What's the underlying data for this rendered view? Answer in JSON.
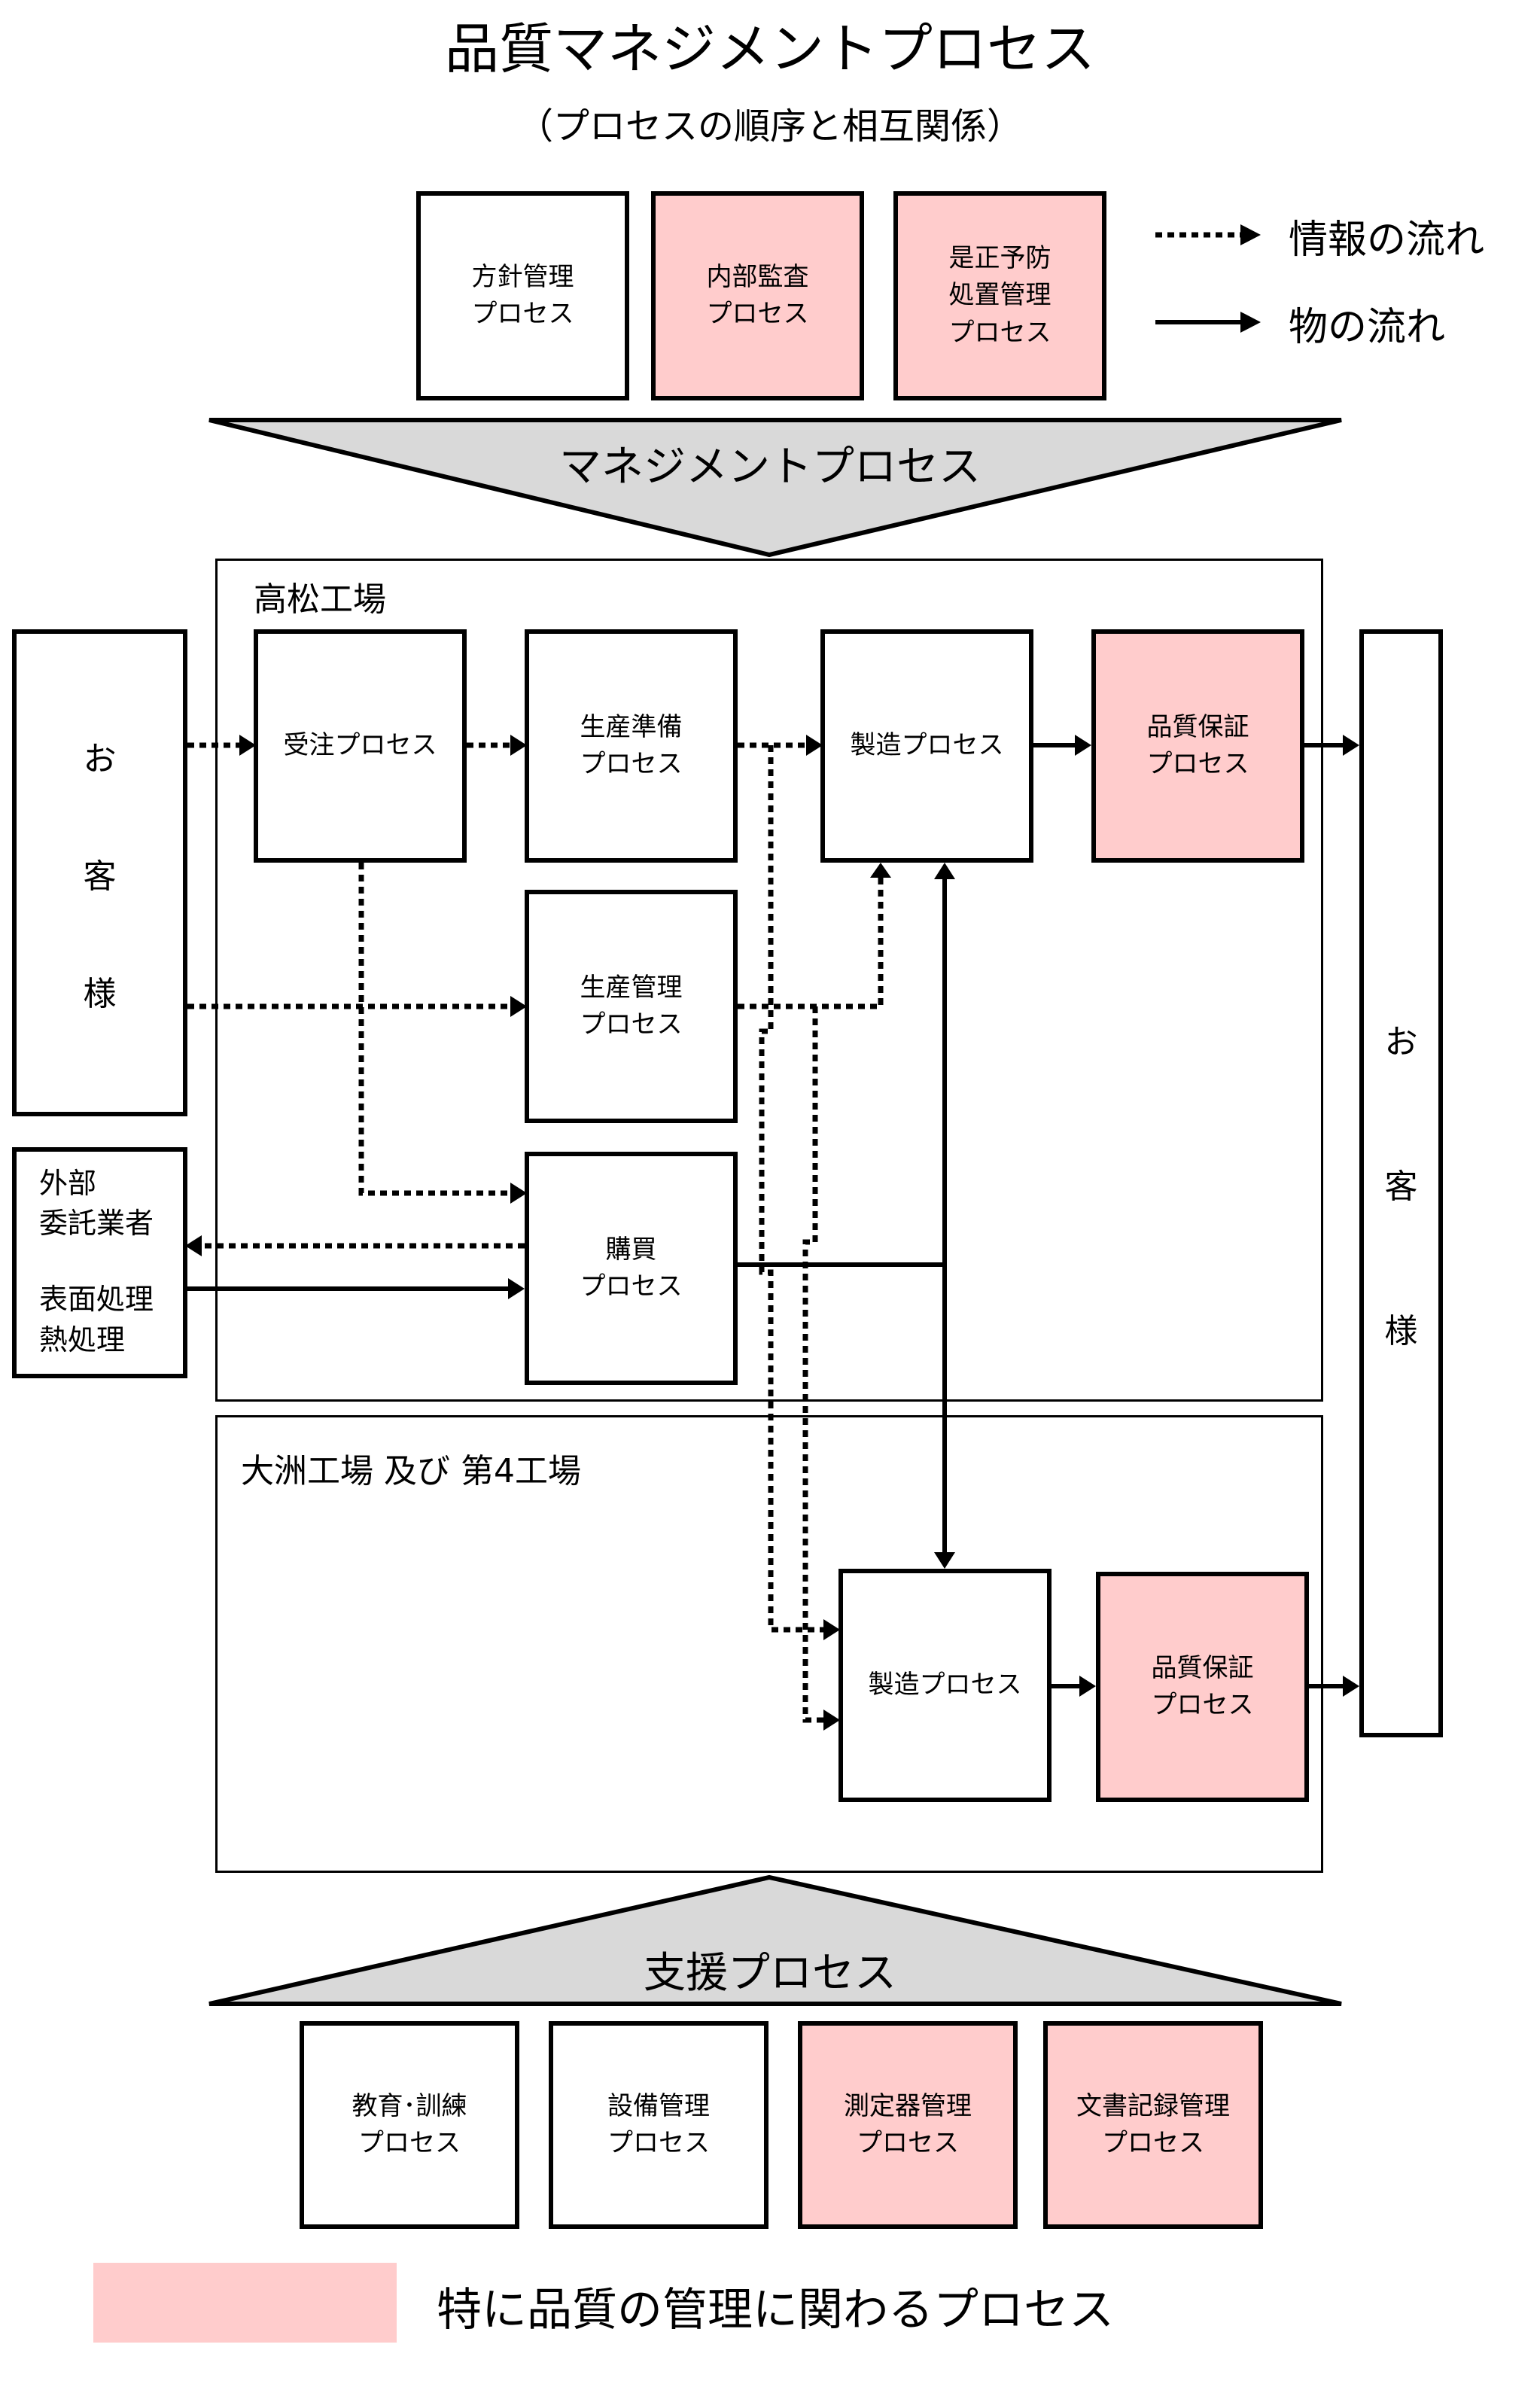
{
  "title": "品質マネジメントプロセス",
  "subtitle": "（プロセスの順序と相互関係）",
  "legend": {
    "info_flow": "情報の流れ",
    "goods_flow": "物の流れ"
  },
  "management": {
    "label": "マネジメントプロセス",
    "boxes": [
      {
        "label": "方針管理\nプロセス",
        "highlight": false
      },
      {
        "label": "内部監査\nプロセス",
        "highlight": true
      },
      {
        "label": "是正予防\n処置管理\nプロセス",
        "highlight": true
      }
    ]
  },
  "takamatsu": {
    "label": "高松工場",
    "order": "受注プロセス",
    "prep": "生産準備\nプロセス",
    "manufacturing": "製造プロセス",
    "qa": "品質保証\nプロセス",
    "production_control": "生産管理\nプロセス",
    "purchasing": "購買\nプロセス"
  },
  "ozu": {
    "label": "大洲工場 及び 第4工場",
    "manufacturing": "製造プロセス",
    "qa": "品質保証\nプロセス"
  },
  "customer_left": [
    "お",
    "客",
    "様"
  ],
  "customer_right": [
    "お",
    "客",
    "様"
  ],
  "outsourcer": {
    "line1": "外部",
    "line2": "委託業者",
    "line3": "表面処理",
    "line4": "熱処理"
  },
  "support": {
    "label": "支援プロセス",
    "boxes": [
      {
        "label": "教育･訓練\nプロセス",
        "highlight": false
      },
      {
        "label": "設備管理\nプロセス",
        "highlight": false
      },
      {
        "label": "測定器管理\nプロセス",
        "highlight": true
      },
      {
        "label": "文書記録管理\nプロセス",
        "highlight": true
      }
    ]
  },
  "footer_note": "特に品質の管理に関わるプロセス",
  "colors": {
    "highlight": "#ffcccc",
    "banner": "#d9d9d9"
  }
}
